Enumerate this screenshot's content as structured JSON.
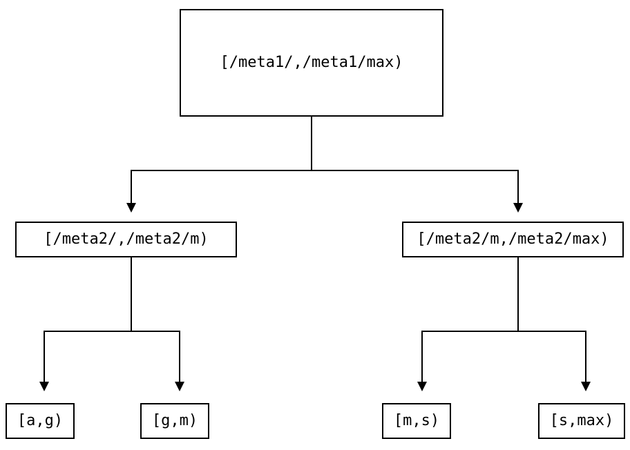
{
  "diagram": {
    "type": "tree",
    "colors": {
      "background": "#ffffff",
      "line": "#000000",
      "node_border": "#000000",
      "text": "#000000"
    },
    "nodes": {
      "root": {
        "label": "[/meta1/,/meta1/max)"
      },
      "left2": {
        "label": "[/meta2/,/meta2/m)"
      },
      "right2": {
        "label": "[/meta2/m,/meta2/max)"
      },
      "leaf_ag": {
        "label": "[a,g)"
      },
      "leaf_gm": {
        "label": "[g,m)"
      },
      "leaf_ms": {
        "label": "[m,s)"
      },
      "leaf_smax": {
        "label": "[s,max)"
      }
    },
    "edges": [
      {
        "from": "root",
        "to": "left2"
      },
      {
        "from": "root",
        "to": "right2"
      },
      {
        "from": "left2",
        "to": "leaf_ag"
      },
      {
        "from": "left2",
        "to": "leaf_gm"
      },
      {
        "from": "right2",
        "to": "leaf_ms"
      },
      {
        "from": "right2",
        "to": "leaf_smax"
      }
    ]
  }
}
